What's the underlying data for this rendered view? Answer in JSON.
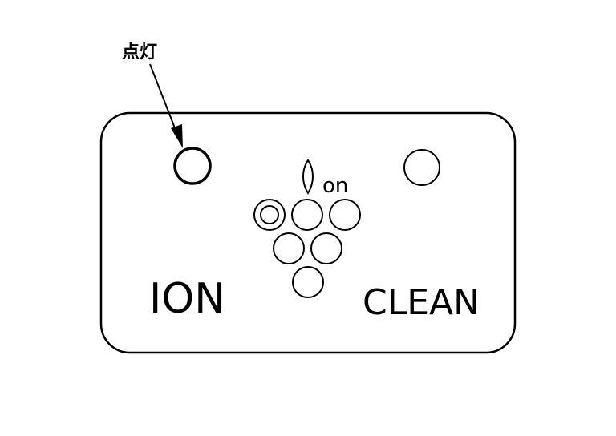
{
  "callout": {
    "label": "点灯"
  },
  "panel": {
    "left_label": "ION",
    "right_label": "CLEAN",
    "logo_text": "on"
  },
  "colors": {
    "stroke": "#000000",
    "background": "#ffffff"
  }
}
